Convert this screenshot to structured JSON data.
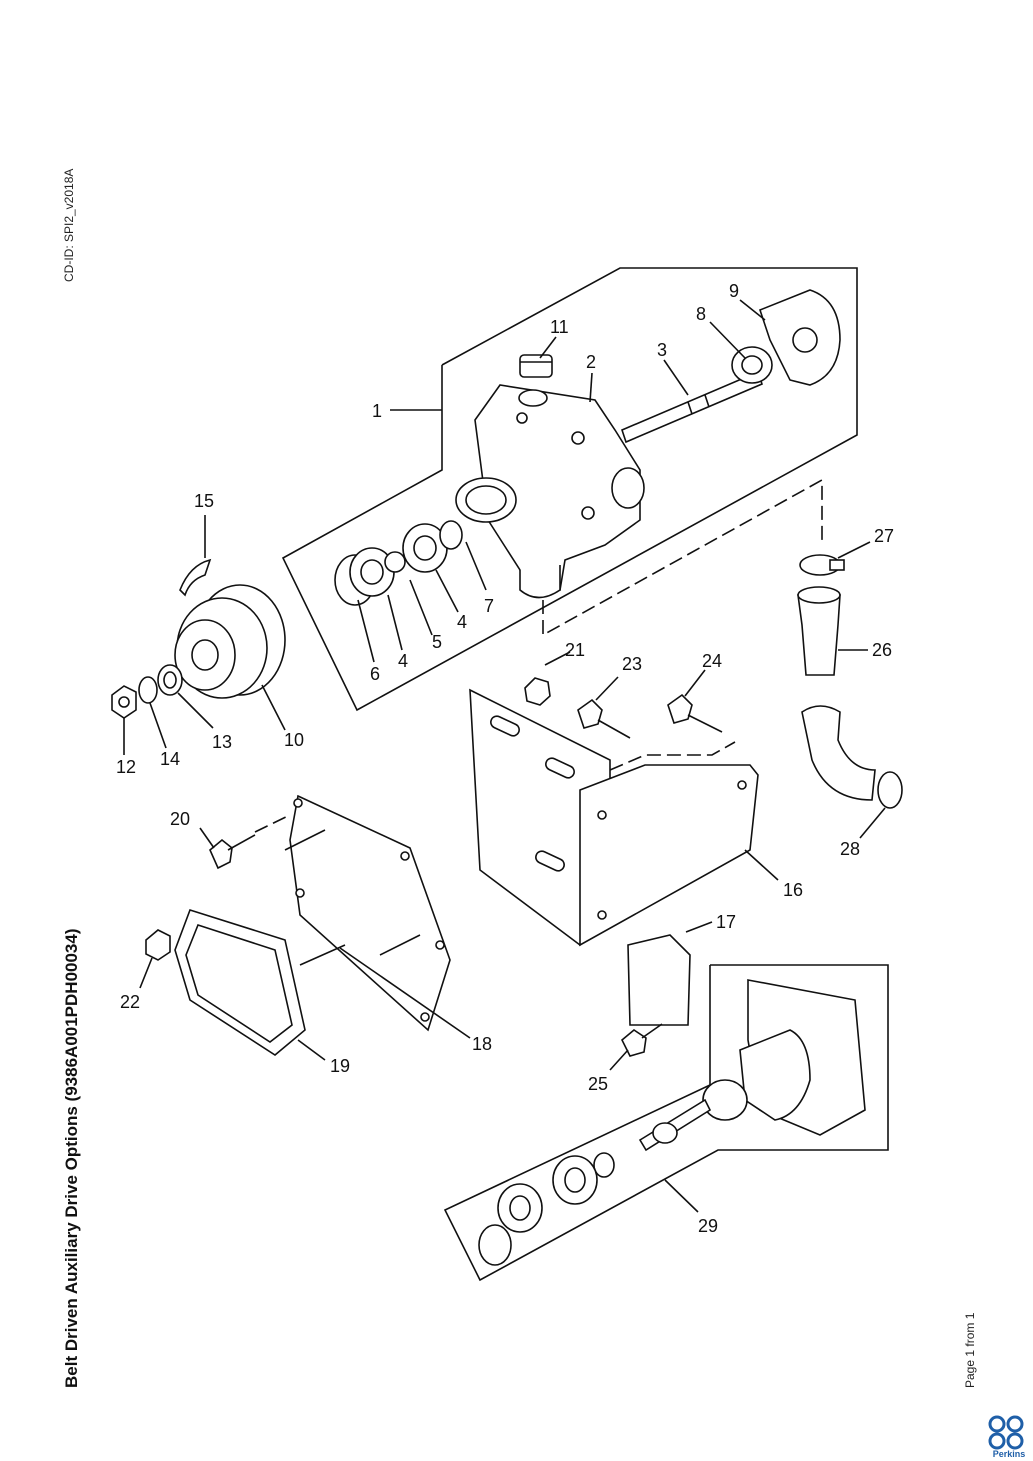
{
  "header": {
    "cd_id": "CD-ID: SPI2_v2018A",
    "title": "Belt Driven Auxiliary Drive Options (9386A001PDH00034)",
    "page_counter": "Page 1 from 1"
  },
  "brand": {
    "name": "Perkins",
    "color": "#1f5fa8"
  },
  "callouts": {
    "c1": "1",
    "c2": "2",
    "c3": "3",
    "c4a": "4",
    "c4b": "4",
    "c5": "5",
    "c6": "6",
    "c7": "7",
    "c8": "8",
    "c9": "9",
    "c10": "10",
    "c11": "11",
    "c12": "12",
    "c13": "13",
    "c14": "14",
    "c15": "15",
    "c16": "16",
    "c17": "17",
    "c18": "18",
    "c19": "19",
    "c20": "20",
    "c21": "21",
    "c22": "22",
    "c23": "23",
    "c24": "24",
    "c25": "25",
    "c26": "26",
    "c27": "27",
    "c28": "28",
    "c29": "29"
  }
}
